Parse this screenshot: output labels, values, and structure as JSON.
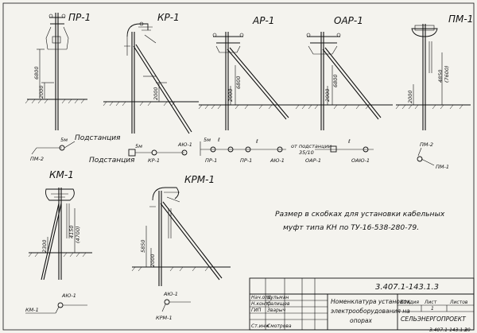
{
  "title_block": {
    "code": "3.407.1-143.1.3",
    "title_line1": "Номенклатура установок",
    "title_line2": "электрооборудования на",
    "title_line3": "опорах",
    "org": "СЕЛЬЭНЕРГОПРОЕКТ",
    "stage_label": "Стадия",
    "sheet_label": "Лист",
    "sheets_label": "Листов",
    "sheet_value": "1",
    "role_1": "Нач.отд",
    "role_2": "Н.контр",
    "role_3": "ГИП",
    "person_1": "Кульман",
    "person_2": "Салищев",
    "person_3": "Зварыч",
    "role_4": "Ст.инж",
    "person_4": "Смотрова",
    "footer": "3.407.1-143.1.3",
    "footer_sheet": "20"
  },
  "note": {
    "line1": "Размер в скобках для установки кабельных",
    "line2": "муфт типа КН по ТУ-16-538-280-79."
  },
  "diagrams": {
    "pr1": {
      "label": "ПР-1",
      "dim1": "6800",
      "dim2": "2000"
    },
    "kr1": {
      "label": "КР-1",
      "dim1": "2000"
    },
    "ar1": {
      "label": "АР-1",
      "dim1": "6800",
      "dim2": "2000"
    },
    "oar1": {
      "label": "ОАР-1",
      "dim1": "6800",
      "dim2": "2000"
    },
    "pm1": {
      "label": "ПМ-1",
      "dim1": "4850",
      "dim2": "(7600)",
      "dim3": "2000"
    },
    "km1": {
      "label": "КМ-1",
      "dim1": "4150",
      "dim2": "(4700)",
      "dim3": "2300"
    },
    "krm1": {
      "label": "КРМ-1",
      "dim1": "5850",
      "dim2": "2000"
    }
  },
  "schemes": {
    "s1": {
      "substation": "Подстанция",
      "dist": "5м",
      "pole_left": "ПМ-2"
    },
    "s2": {
      "substation": "Подстанция",
      "dist": "5м",
      "pole_a": "КР-1",
      "pole_b": "АЮ-1"
    },
    "s3": {
      "dist": "5м",
      "span": "ℓ",
      "pole": "ПР-1"
    },
    "s4": {
      "span": "ℓ",
      "pole_a": "ПР-1",
      "pole_b": "АЮ-1"
    },
    "s5": {
      "from_sub_1": "от подстанции",
      "from_sub_2": "35/10",
      "pole_a": "ОАР-1",
      "pole_b": "ОАЮ-1",
      "span": "ℓ"
    },
    "s6": {
      "pole_a": "ПМ-2",
      "pole_b": "ПМ-1"
    },
    "s7": {
      "pole_a": "КМ-1",
      "pole_b": "АЮ-1"
    },
    "s8": {
      "pole_a": "КРМ-1",
      "pole_b": "АЮ-1"
    }
  },
  "colors": {
    "ink": "#111111",
    "paper": "#f4f3ee"
  }
}
